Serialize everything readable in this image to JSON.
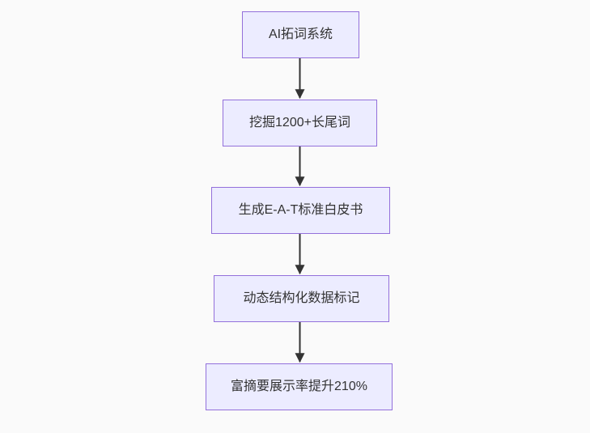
{
  "style": {
    "canvas_bg": "#fafafa",
    "node_fill": "#ECECFF",
    "node_border": "#9370DB",
    "arrow_color": "#333333",
    "text_color": "#333333"
  },
  "flowchart": {
    "type": "vertical-flowchart",
    "nodes": [
      {
        "id": "A",
        "label": "AI拓词系统"
      },
      {
        "id": "B",
        "label": "挖掘1200+长尾词"
      },
      {
        "id": "C",
        "label": "生成E-A-T标准白皮书"
      },
      {
        "id": "D",
        "label": "动态结构化数据标记"
      },
      {
        "id": "E",
        "label": "富摘要展示率提升210%"
      }
    ],
    "edges": [
      {
        "from": "A",
        "to": "B"
      },
      {
        "from": "B",
        "to": "C"
      },
      {
        "from": "C",
        "to": "D"
      },
      {
        "from": "D",
        "to": "E"
      }
    ]
  }
}
